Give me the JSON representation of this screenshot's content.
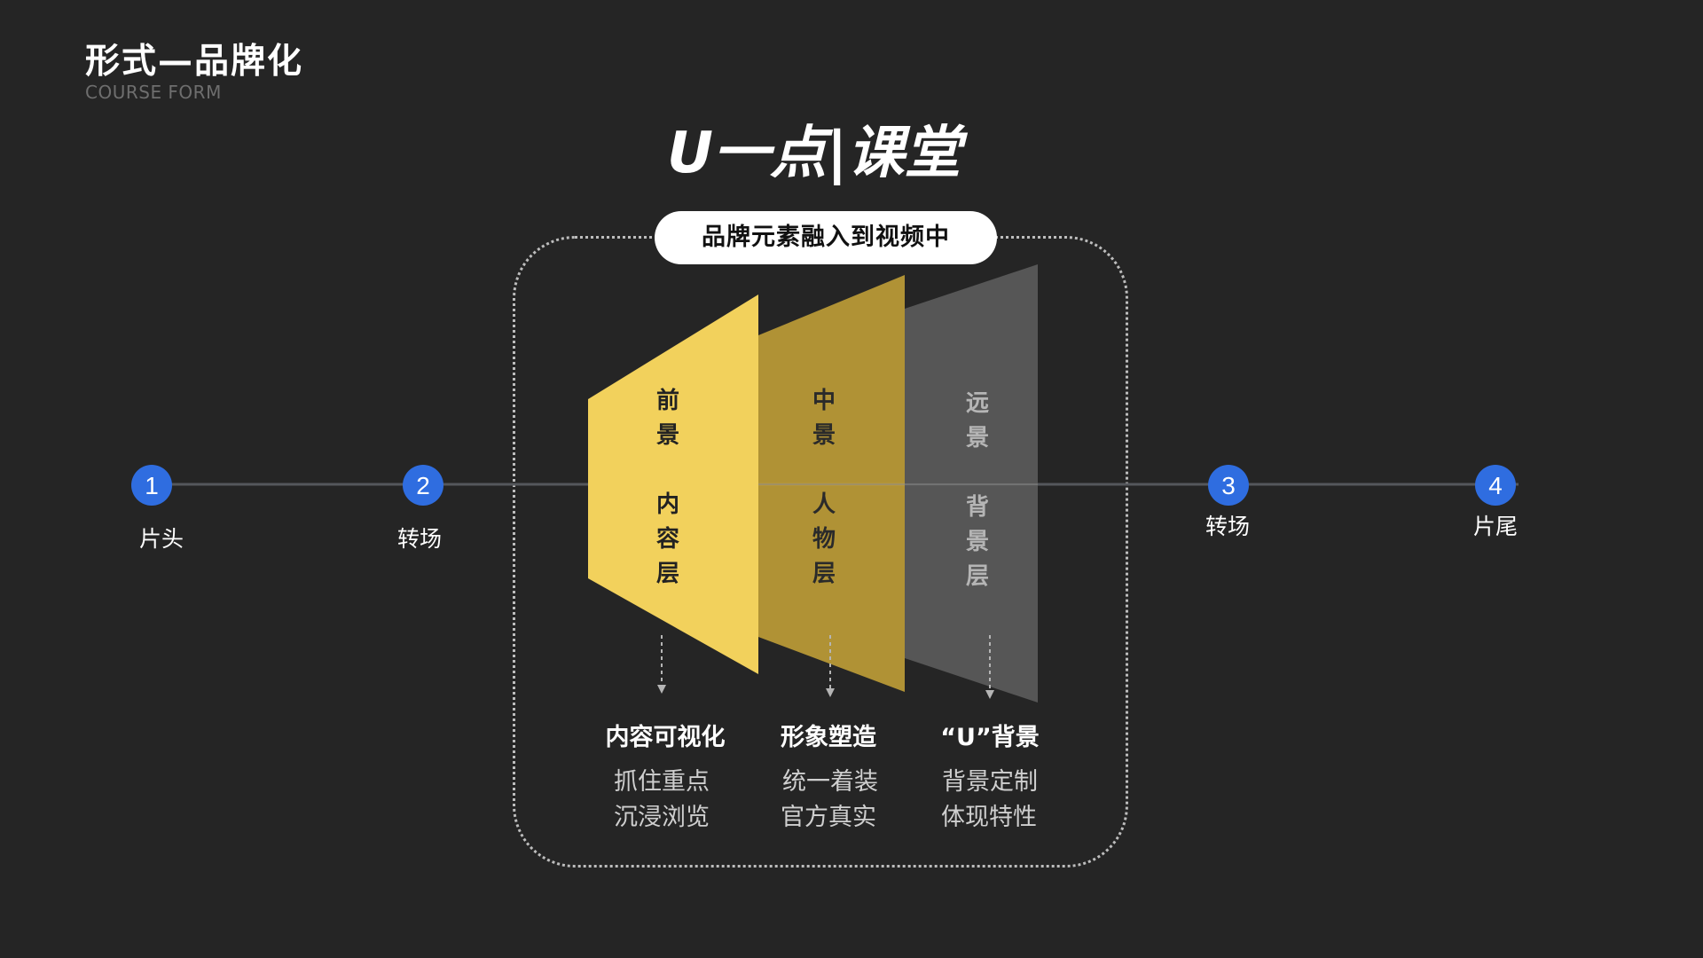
{
  "header": {
    "title": "形式—品牌化",
    "subtitle": "COURSE FORM"
  },
  "brand": {
    "logo_text": "U一点|课堂"
  },
  "pill_label": "品牌元素融入到视频中",
  "timeline": {
    "nodes": [
      {
        "number": "1",
        "label": "片头"
      },
      {
        "number": "2",
        "label": "转场"
      },
      {
        "number": "3",
        "label": "转场"
      },
      {
        "number": "4",
        "label": "片尾"
      }
    ]
  },
  "layers": [
    {
      "name": "前景",
      "sub": "内容层",
      "color": "#f2d15c"
    },
    {
      "name": "中景",
      "sub": "人物层",
      "color": "#c9a638"
    },
    {
      "name": "远景",
      "sub": "背景层",
      "color": "#5a5a5a"
    }
  ],
  "columns": [
    {
      "heading": "内容可视化",
      "lines": [
        "抓住重点",
        "沉浸浏览"
      ]
    },
    {
      "heading": "形象塑造",
      "lines": [
        "统一着装",
        "官方真实"
      ]
    },
    {
      "heading": "“U”背景",
      "lines": [
        "背景定制",
        "体现特性"
      ]
    }
  ],
  "colors": {
    "background": "#252525",
    "accent_blue": "#2f6de0",
    "foreground_yellow": "#f2d15c",
    "mid_gold": "#c9a638",
    "far_gray": "#5a5a5a"
  }
}
